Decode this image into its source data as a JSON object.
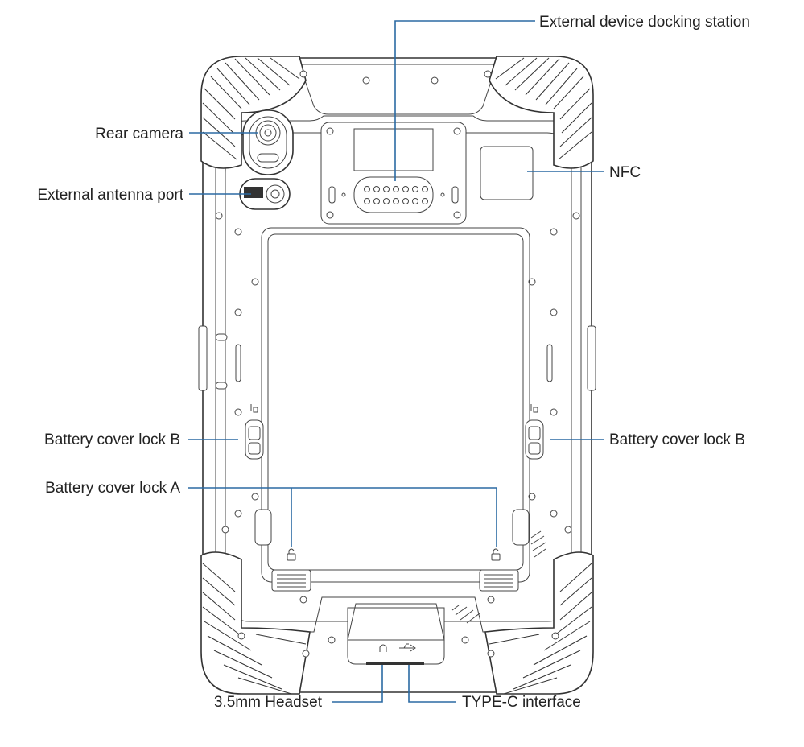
{
  "diagram": {
    "leader_color": "#2b6aa3",
    "outline_color": "#333333",
    "labels": {
      "docking": "External device docking station",
      "camera": "Rear camera",
      "antenna": "External antenna port",
      "nfc": "NFC",
      "lock_b_left": "Battery cover lock B",
      "lock_b_right": "Battery cover lock B",
      "lock_a": "Battery cover lock A",
      "headset": "3.5mm Headset",
      "typec": "TYPE-C interface"
    }
  }
}
